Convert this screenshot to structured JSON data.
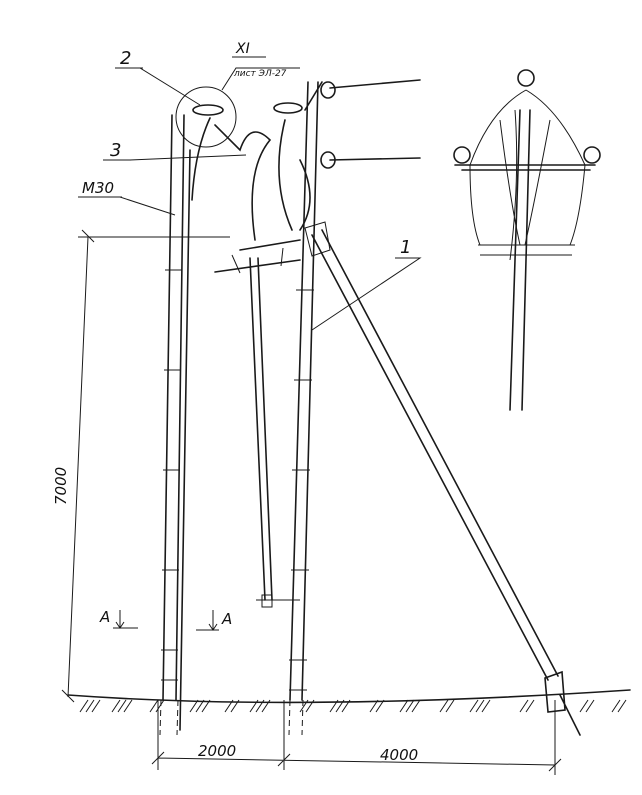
{
  "drawing": {
    "callout_detail": "XI",
    "callout_sheet": "лист ЭЛ-27",
    "label_2": "2",
    "label_3": "3",
    "label_1": "1",
    "label_m30": "М30",
    "section_left": "A",
    "section_right": "A",
    "dim_height": "7000",
    "dim_span_left": "2000",
    "dim_span_right": "4000"
  }
}
